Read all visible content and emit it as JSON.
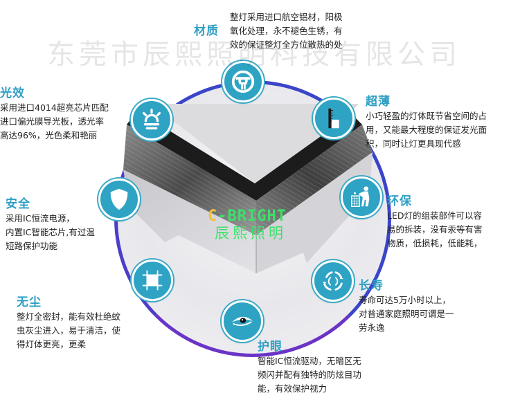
{
  "watermark": "东莞市辰熙照明科技有限公司",
  "brand": {
    "logo_letter_c": "C",
    "logo_rest": "-BRIGHT",
    "logo_cn": "辰熙照明",
    "accent_color": "#2fa3c3",
    "title_color": "#2f9fc4",
    "ring_color": "#3b45c8",
    "logo_yellow": "#f2c13a",
    "logo_green": "#3de06a"
  },
  "features": [
    {
      "id": "material",
      "title": "材质",
      "icon": "aluminum-profile-icon",
      "lines": [
        "整灯采用进口航空铝材，阳极",
        "氧化处理，永不褪色生锈，有",
        "效的保证整灯全方位散热的处"
      ]
    },
    {
      "id": "light-efficiency",
      "title": "光效",
      "icon": "sunrise-light-icon",
      "lines": [
        "采用进口4014超亮芯片匹配",
        "进口偏光膜导光板，透光率",
        "高达96%，光色柔和艳丽"
      ]
    },
    {
      "id": "ultra-thin",
      "title": "超薄",
      "icon": "ruler-thin-icon",
      "lines": [
        "小巧轻盈的灯体既节省空间的占",
        "用，又能最大程度的保证发光面",
        "积，同时让灯更具现代感"
      ]
    },
    {
      "id": "safety",
      "title": "安全",
      "icon": "shield-icon",
      "lines": [
        "采用IC恒流电源，",
        "内置IC智能芯片,有过温",
        "短路保护功能"
      ]
    },
    {
      "id": "eco",
      "title": "环保",
      "icon": "recycle-bin-person-icon",
      "lines": [
        "LED灯的组装部件可以容",
        "易的拆装，没有汞等有害",
        "物质，低损耗，低能耗，"
      ]
    },
    {
      "id": "dustproof",
      "title": "无尘",
      "icon": "sealed-frame-icon",
      "lines": [
        "整灯全密封，能有效杜绝蚊",
        "虫灰尘进入，易于清洁，使",
        "得灯体更亮，更柔"
      ]
    },
    {
      "id": "long-life",
      "title": "长寿",
      "icon": "cycle-arrows-icon",
      "lines": [
        "寿命可达5万小时以上，",
        "对普通家庭照明可谓是一",
        "劳永逸"
      ]
    },
    {
      "id": "eye-care",
      "title": "护眼",
      "icon": "eye-icon",
      "lines": [
        "智能IC恒流驱动，无暗区无",
        "频闪并配有独特的防炫目功",
        "能，有效保护视力"
      ]
    }
  ]
}
